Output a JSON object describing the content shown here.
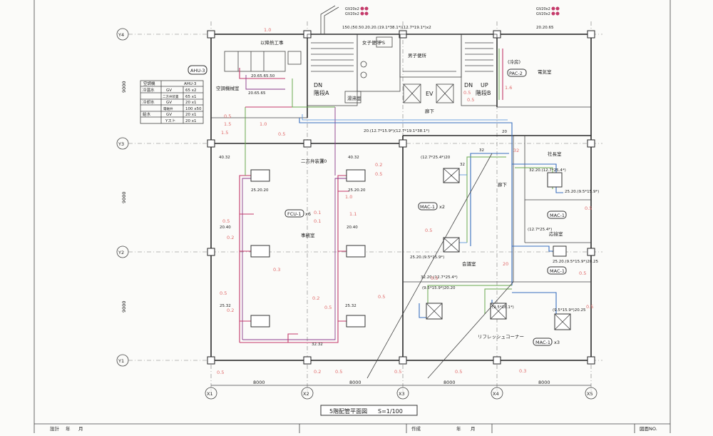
{
  "drawing": {
    "title": "5階配管平面図",
    "scale": "S=1/100",
    "bottom_border": [
      "設計",
      "年",
      "月",
      "作成",
      "年",
      "月",
      "図面NO."
    ]
  },
  "grid": {
    "x_axes": [
      "X1",
      "X2",
      "X3",
      "X4",
      "X5"
    ],
    "y_axes": [
      "Y4",
      "Y3",
      "Y2",
      "Y1"
    ],
    "x_spans": [
      "8000",
      "8000",
      "8000",
      "8000"
    ],
    "y_spans": [
      "9000",
      "9000",
      "9000"
    ],
    "top_dim": "1.0"
  },
  "rooms": {
    "office": "事務室",
    "ac_room": "空調機械室",
    "stair_a": "階段A",
    "stair_b": "階段B",
    "womens_wc": "女子便所",
    "mens_wc": "男子便所",
    "water_room": "湯沸室",
    "corridor1": "廊下",
    "corridor2": "廊下",
    "electrical": "電気室",
    "president": "社長室",
    "reception": "応接室",
    "meeting": "会議室",
    "refresh": "リフレッシュコーナー",
    "dn1": "DN",
    "dn2": "DN",
    "up": "UP",
    "ev": "EV",
    "ps": "PS",
    "heat_work": "以降熱工事",
    "two_way_valve": "二方弁装置",
    "two_way_valve_val": "40"
  },
  "equipment_table": {
    "header": [
      "空調機",
      "AHU-3"
    ],
    "rows": [
      [
        "冷温水",
        "GV",
        "65 x2"
      ],
      [
        "",
        "二方弁装置",
        "65 x1"
      ],
      [
        "冷却水",
        "GV",
        "20 x1"
      ],
      [
        "",
        "電磁弁",
        "100 x50"
      ],
      [
        "給水",
        "GV",
        "20 x1"
      ],
      [
        "",
        "Yスト",
        "20 x1"
      ]
    ]
  },
  "tags": {
    "ahu": "AHU-3",
    "fcu": "FCU-1",
    "fcu_count": "x6",
    "pac": "PAC-2",
    "mac_meeting": "MAC-1",
    "mac_meeting_count": "x2",
    "mac_pres": "MAC-1",
    "mac_recep": "MAC-1",
    "mac_refresh": "MAC-1",
    "mac_refresh_count": "x3",
    "gv_top": [
      "GV20x2",
      "GV20x2"
    ],
    "gv_right": [
      "GV20x2",
      "GV20x2"
    ]
  },
  "pipe_labels": {
    "top_main": "150.(50.50.20.20.(19.1*38.1*)(12.7*19.1*)x2",
    "right_top": "20.20.65",
    "ahu_run1": "20.65.65.50",
    "ahu_run2": "20.65.65",
    "corridor_run": "20.(12.7*15.9*)(12.7*19.1*38.1*)",
    "corridor_20": "20",
    "left_40_32": "40.32",
    "right_40_32": "40.32",
    "fcu_25_20_20_left": "25.20.20",
    "fcu_25_20_20_right": "25.20.20",
    "left_20_40": "20.40",
    "right_20_40": "20.40",
    "left_25_32": "25.32",
    "right_25_32": "25.32",
    "bottom_32_32": "32.32",
    "meeting_top": "(12.7*25.4*)20",
    "meeting_32": "32",
    "meeting_32b": "32",
    "meeting_bottom": "25.20.(9.5*15.9*)",
    "meeting_trunk": "32.20.(12.7*25.4*)",
    "pres_top": "32.20.(12.7*25.4*)",
    "pres_unit": "25.20.(9.5*15.9*)",
    "recep_top": "(12.7*25.4*)",
    "recep_unit": "25.20.(9.5*15.9*)20.25",
    "refresh_a": "(9.5*15.9*)20.20",
    "refresh_b": "(9.5*16.1*)",
    "refresh_c": "(9.5*15.9*)20.25",
    "pac_note": "(冷房)"
  },
  "small_values": [
    "0.5",
    "0.3",
    "0.2",
    "1.0",
    "1.5",
    "1.6",
    "0.1",
    "1.1",
    "32",
    "20"
  ]
}
